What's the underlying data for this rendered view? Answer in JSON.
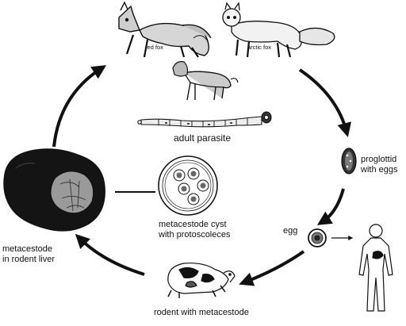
{
  "labels": {
    "red_fox": "red fox",
    "arctic_fox": "arctic fox",
    "adult_parasite": "adult parasite",
    "proglottid_line1": "proglottid",
    "proglottid_line2": "with eggs",
    "egg": "egg",
    "cyst_line1": "metacestode cyst",
    "cyst_line2": "with protoscoleces",
    "liver_line1": "metacestode",
    "liver_line2": "in rodent liver",
    "rodent": "rodent with metacestode"
  },
  "icons": {
    "red_fox": "fox-icon",
    "arctic_fox": "arctic-fox-icon",
    "dog": "dog-icon",
    "tapeworm": "tapeworm-icon",
    "proglottid": "proglottid-icon",
    "egg": "egg-icon",
    "human": "human-icon",
    "rodent": "rodent-icon",
    "liver": "liver-icon",
    "cyst": "cyst-icon"
  },
  "colors": {
    "ink": "#111111",
    "background": "#ffffff"
  }
}
